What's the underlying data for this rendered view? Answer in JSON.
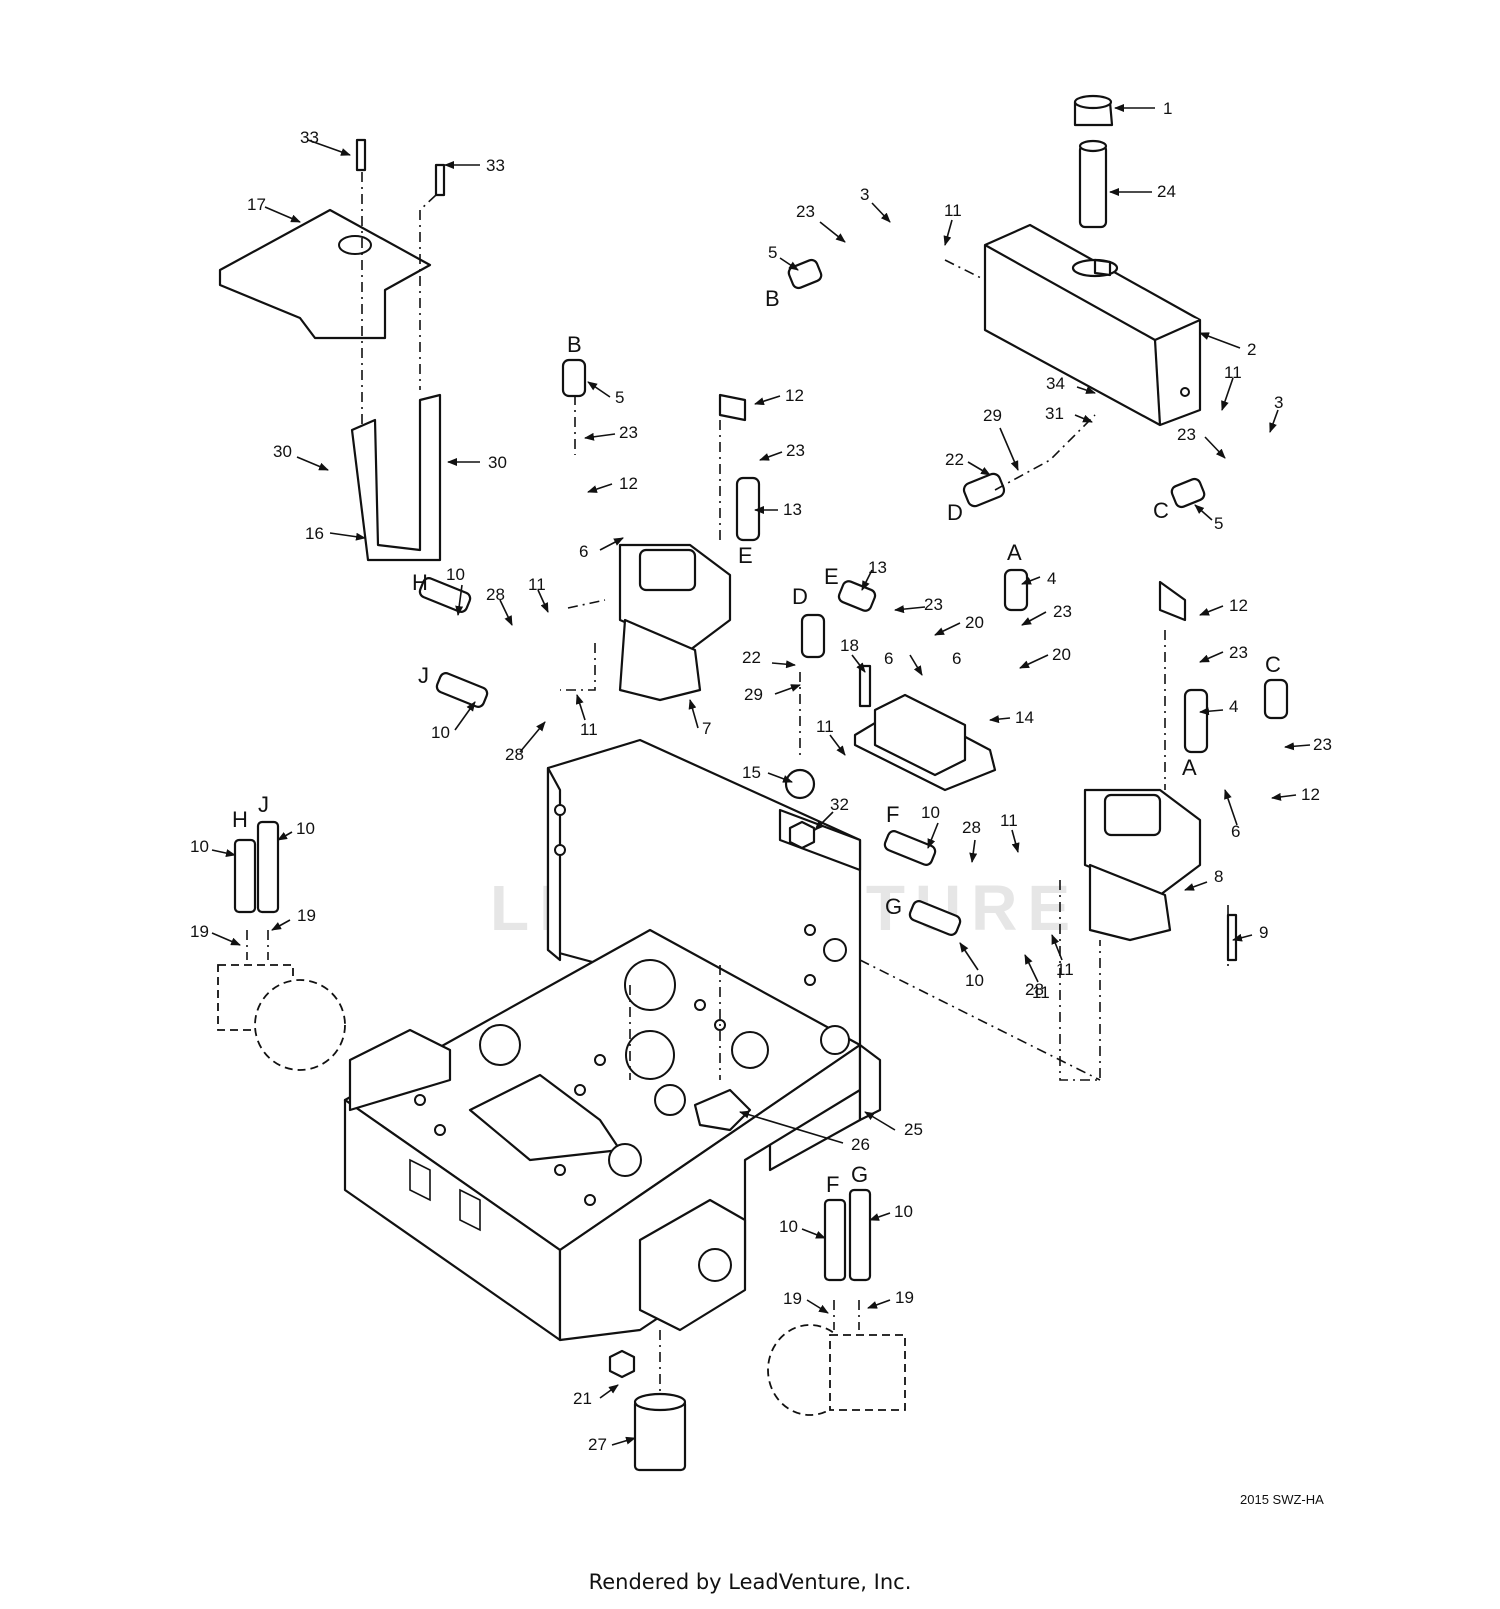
{
  "drawing_code": "2015 SWZ-HA",
  "footer": "Rendered by LeadVenture, Inc.",
  "watermark": "LEADVENTURE",
  "callouts": [
    {
      "id": "c1",
      "text": "1"
    },
    {
      "id": "c2",
      "text": "2"
    },
    {
      "id": "c3a",
      "text": "3"
    },
    {
      "id": "c3b",
      "text": "3"
    },
    {
      "id": "c4a",
      "text": "4"
    },
    {
      "id": "c4b",
      "text": "4"
    },
    {
      "id": "c5a",
      "text": "5"
    },
    {
      "id": "c5b",
      "text": "5"
    },
    {
      "id": "c5c",
      "text": "5"
    },
    {
      "id": "c6a",
      "text": "6"
    },
    {
      "id": "c6b",
      "text": "6"
    },
    {
      "id": "c6c",
      "text": "6"
    },
    {
      "id": "c6d",
      "text": "6"
    },
    {
      "id": "c7",
      "text": "7"
    },
    {
      "id": "c8",
      "text": "8"
    },
    {
      "id": "c9",
      "text": "9"
    },
    {
      "id": "c10a",
      "text": "10"
    },
    {
      "id": "c10b",
      "text": "10"
    },
    {
      "id": "c10c",
      "text": "10"
    },
    {
      "id": "c10d",
      "text": "10"
    },
    {
      "id": "c10e",
      "text": "10"
    },
    {
      "id": "c10f",
      "text": "10"
    },
    {
      "id": "c10g",
      "text": "10"
    },
    {
      "id": "c10h",
      "text": "10"
    },
    {
      "id": "c11a",
      "text": "11"
    },
    {
      "id": "c11b",
      "text": "11"
    },
    {
      "id": "c11c",
      "text": "11"
    },
    {
      "id": "c11d",
      "text": "11"
    },
    {
      "id": "c11e",
      "text": "11"
    },
    {
      "id": "c11f",
      "text": "11"
    },
    {
      "id": "c11g",
      "text": "11"
    },
    {
      "id": "c11h",
      "text": "11"
    },
    {
      "id": "c12a",
      "text": "12"
    },
    {
      "id": "c12b",
      "text": "12"
    },
    {
      "id": "c12c",
      "text": "12"
    },
    {
      "id": "c12d",
      "text": "12"
    },
    {
      "id": "c13a",
      "text": "13"
    },
    {
      "id": "c13b",
      "text": "13"
    },
    {
      "id": "c14",
      "text": "14"
    },
    {
      "id": "c15",
      "text": "15"
    },
    {
      "id": "c16",
      "text": "16"
    },
    {
      "id": "c17",
      "text": "17"
    },
    {
      "id": "c18",
      "text": "18"
    },
    {
      "id": "c19a",
      "text": "19"
    },
    {
      "id": "c19b",
      "text": "19"
    },
    {
      "id": "c19c",
      "text": "19"
    },
    {
      "id": "c19d",
      "text": "19"
    },
    {
      "id": "c20a",
      "text": "20"
    },
    {
      "id": "c20b",
      "text": "20"
    },
    {
      "id": "c21",
      "text": "21"
    },
    {
      "id": "c22a",
      "text": "22"
    },
    {
      "id": "c22b",
      "text": "22"
    },
    {
      "id": "c23a",
      "text": "23"
    },
    {
      "id": "c23b",
      "text": "23"
    },
    {
      "id": "c23c",
      "text": "23"
    },
    {
      "id": "c23d",
      "text": "23"
    },
    {
      "id": "c23e",
      "text": "23"
    },
    {
      "id": "c23f",
      "text": "23"
    },
    {
      "id": "c23g",
      "text": "23"
    },
    {
      "id": "c23h",
      "text": "23"
    },
    {
      "id": "c24",
      "text": "24"
    },
    {
      "id": "c25",
      "text": "25"
    },
    {
      "id": "c26",
      "text": "26"
    },
    {
      "id": "c27",
      "text": "27"
    },
    {
      "id": "c28a",
      "text": "28"
    },
    {
      "id": "c28b",
      "text": "28"
    },
    {
      "id": "c28c",
      "text": "28"
    },
    {
      "id": "c28d",
      "text": "28"
    },
    {
      "id": "c29a",
      "text": "29"
    },
    {
      "id": "c29b",
      "text": "29"
    },
    {
      "id": "c30a",
      "text": "30"
    },
    {
      "id": "c30b",
      "text": "30"
    },
    {
      "id": "c31",
      "text": "31"
    },
    {
      "id": "c32",
      "text": "32"
    },
    {
      "id": "c33a",
      "text": "33"
    },
    {
      "id": "c33b",
      "text": "33"
    },
    {
      "id": "c34",
      "text": "34"
    }
  ],
  "connection_letters": [
    {
      "id": "lB1",
      "text": "B"
    },
    {
      "id": "lB2",
      "text": "B"
    },
    {
      "id": "lC1",
      "text": "C"
    },
    {
      "id": "lC2",
      "text": "C"
    },
    {
      "id": "lD1",
      "text": "D"
    },
    {
      "id": "lD2",
      "text": "D"
    },
    {
      "id": "lE1",
      "text": "E"
    },
    {
      "id": "lE2",
      "text": "E"
    },
    {
      "id": "lA1",
      "text": "A"
    },
    {
      "id": "lA2",
      "text": "A"
    },
    {
      "id": "lH1",
      "text": "H"
    },
    {
      "id": "lH2",
      "text": "H"
    },
    {
      "id": "lJ1",
      "text": "J"
    },
    {
      "id": "lJ2",
      "text": "J"
    },
    {
      "id": "lF1",
      "text": "F"
    },
    {
      "id": "lF2",
      "text": "F"
    },
    {
      "id": "lG1",
      "text": "G"
    },
    {
      "id": "lG2",
      "text": "G"
    }
  ]
}
